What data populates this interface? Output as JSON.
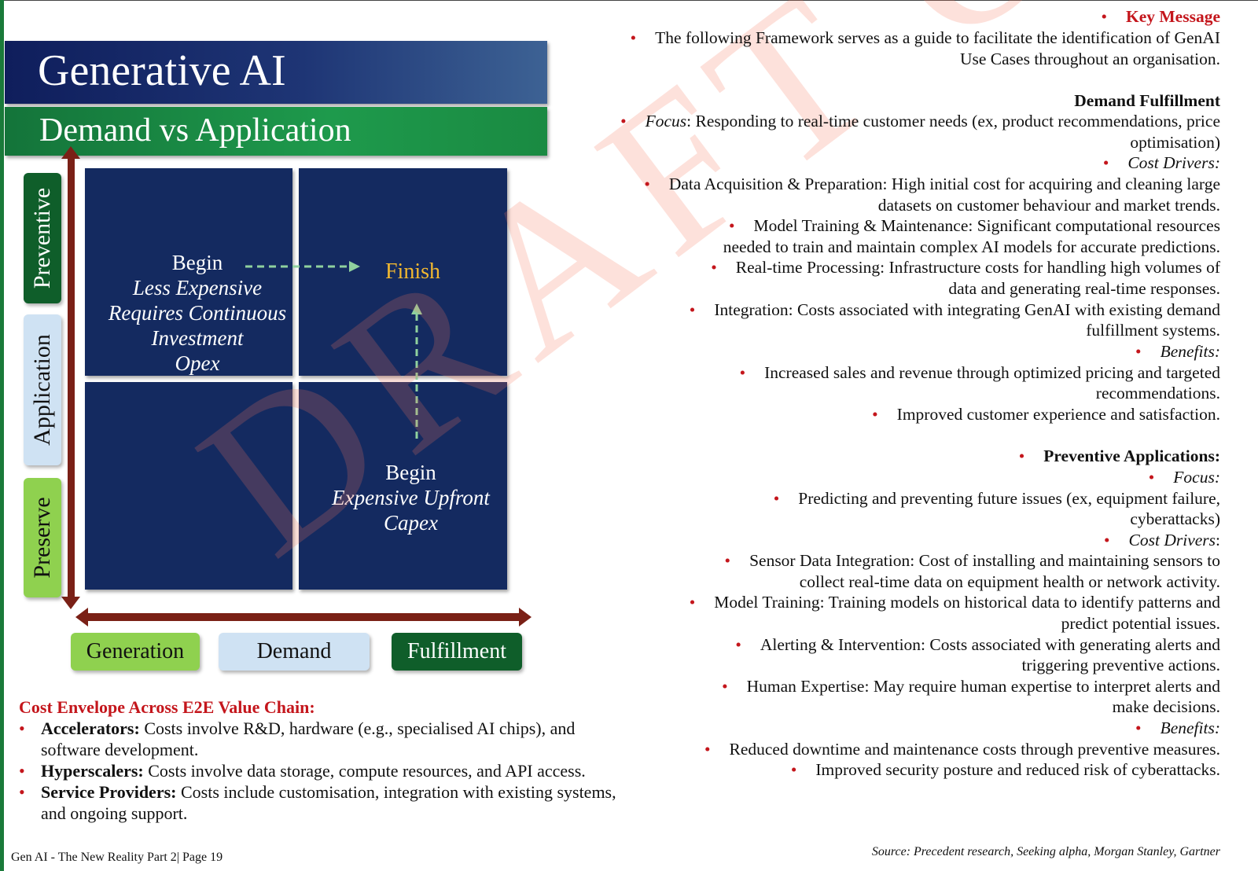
{
  "title": "Generative AI",
  "subtitle": "Demand vs Application",
  "watermark": "DRAFT ONLY",
  "matrix": {
    "y_labels": {
      "top": "Preventive",
      "middle": "Application",
      "bottom": "Preserve"
    },
    "x_labels": {
      "left": "Generation",
      "middle": "Demand",
      "right": "Fulfillment"
    },
    "top_left": {
      "heading": "Begin",
      "lines": [
        "Less Expensive",
        "Requires Continuous",
        "Investment",
        "Opex"
      ]
    },
    "top_right": {
      "label": "Finish"
    },
    "bottom_right": {
      "heading": "Begin",
      "lines": [
        "Expensive Upfront",
        "Capex"
      ]
    }
  },
  "cost_envelope": {
    "title": "Cost Envelope Across E2E Value Chain:",
    "items": [
      {
        "term": "Accelerators:",
        "text": " Costs involve R&D, hardware (e.g., specialised AI chips), and software development."
      },
      {
        "term": "Hyperscalers:",
        "text": " Costs involve data storage, compute resources, and API access."
      },
      {
        "term": "Service Providers:",
        "text": " Costs include customisation, integration with existing systems, and ongoing support."
      }
    ]
  },
  "right_panel": {
    "key_message": "Key Message",
    "intro": [
      "The following Framework serves as a guide to facilitate the identification of GenAI",
      "Use Cases throughout an organisation."
    ],
    "demand_heading": "Demand Fulfillment",
    "demand_focus_label": "Focus",
    "demand_focus": [
      ": Responding to real-time customer needs (ex, product recommendations, price",
      "optimisation)"
    ],
    "cost_drivers_label": "Cost Drivers:",
    "demand_costs": [
      [
        "Data Acquisition & Preparation: High initial cost for acquiring and cleaning large",
        "datasets on customer behaviour and market trends."
      ],
      [
        "Model Training & Maintenance: Significant computational resources",
        "needed to train and maintain complex AI models for accurate predictions."
      ],
      [
        "Real-time Processing: Infrastructure costs for handling high volumes of",
        "data and generating real-time responses."
      ],
      [
        "Integration: Costs associated with integrating GenAI with existing demand",
        "fulfillment systems."
      ]
    ],
    "benefits_label": "Benefits:",
    "demand_benefits": [
      [
        "Increased sales and revenue through optimized pricing and targeted",
        "recommendations."
      ],
      [
        "Improved customer experience and satisfaction."
      ]
    ],
    "preventive_heading": "Preventive Applications:",
    "focus_label": "Focus:",
    "preventive_focus": [
      "Predicting and preventing future issues (ex, equipment failure,",
      "cyberattacks)"
    ],
    "cost_drivers_label2": "Cost Drivers",
    "preventive_costs": [
      [
        "Sensor Data Integration: Cost of installing and maintaining sensors to",
        "collect real-time data on equipment health or network activity."
      ],
      [
        "Model Training: Training models on historical data to identify patterns and",
        "predict potential issues."
      ],
      [
        "Alerting & Intervention: Costs associated with generating alerts and",
        "triggering preventive actions."
      ],
      [
        "Human Expertise: May require human expertise to interpret alerts and",
        "make decisions."
      ]
    ],
    "preventive_benefits": [
      [
        "Reduced downtime and maintenance costs through preventive measures."
      ],
      [
        "Improved security posture and reduced risk of cyberattacks."
      ]
    ]
  },
  "footer": {
    "left": "Gen AI - The New Reality Part 2| Page  19",
    "right": "Source: Precedent research, Seeking alpha, Morgan Stanley, Gartner"
  },
  "colors": {
    "navy": "#142a60",
    "green": "#1e9a4c",
    "red": "#c4161c",
    "maroon": "#7a2016",
    "light_green": "#8fd14f",
    "light_blue": "#cfe2f3",
    "dark_green": "#0f5e2a",
    "finish": "#f2b830"
  }
}
